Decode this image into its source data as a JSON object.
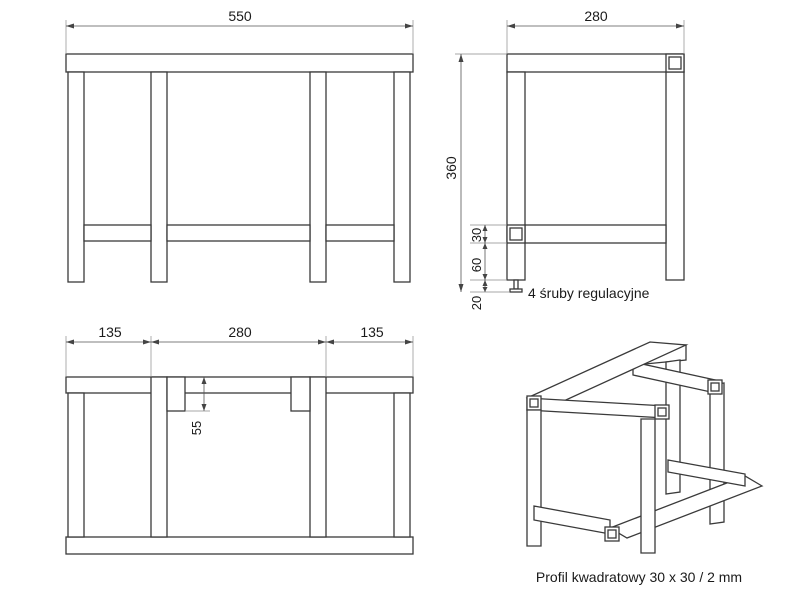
{
  "front_view": {
    "overall_width": "550"
  },
  "side_view": {
    "depth": "280",
    "height": "360",
    "profile_size": "30",
    "rail_height": "60",
    "foot_height": "20",
    "screws_note": "4 śruby regulacyjne"
  },
  "top_view": {
    "left_section": "135",
    "middle_section": "280",
    "right_section": "135",
    "notch_depth": "55"
  },
  "iso_view": {
    "caption": "Profil kwadratowy 30 x 30 / 2 mm"
  },
  "colors": {
    "line": "#3a3a3a",
    "dimension": "#555555",
    "background": "#ffffff"
  }
}
